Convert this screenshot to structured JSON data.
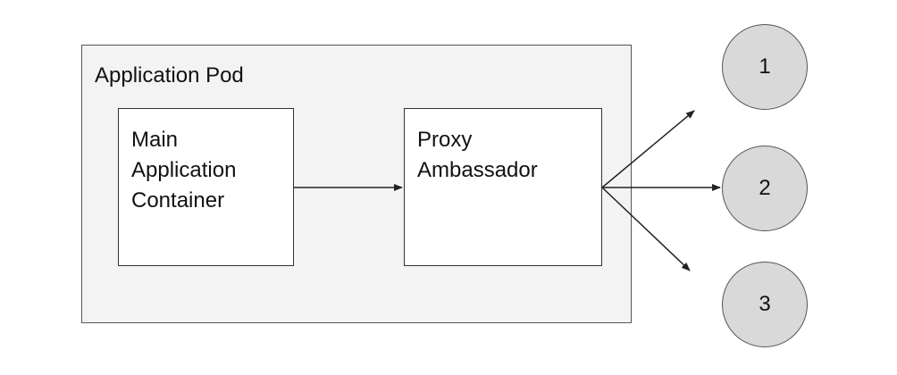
{
  "diagram": {
    "pod_label": "Application Pod",
    "main_container": {
      "lines": [
        "Main",
        "Application",
        "Container"
      ]
    },
    "proxy": {
      "lines": [
        "Proxy",
        "Ambassador"
      ]
    },
    "nodes": [
      "1",
      "2",
      "3"
    ]
  }
}
